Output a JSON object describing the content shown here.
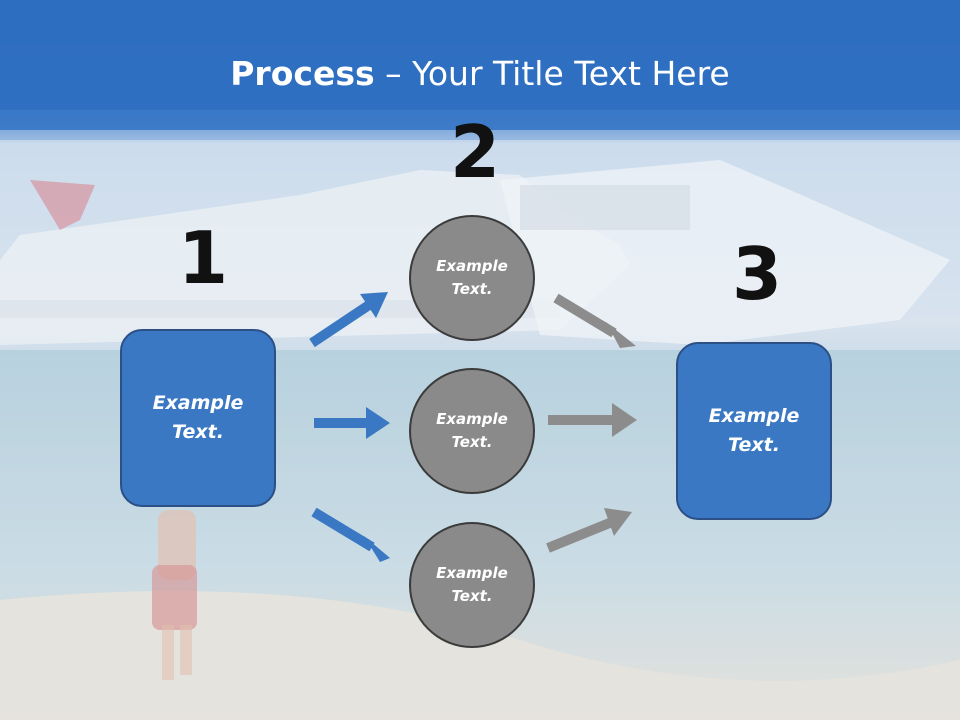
{
  "slide": {
    "title_bold": "Process",
    "title_rest": " – Your Title Text Here"
  },
  "steps": [
    {
      "number": "1"
    },
    {
      "number": "2"
    },
    {
      "number": "3"
    }
  ],
  "boxes": {
    "left": {
      "text": "Example\nText."
    },
    "right": {
      "text": "Example\nText."
    }
  },
  "circles": [
    {
      "text": "Example\nText."
    },
    {
      "text": "Example\nText."
    },
    {
      "text": "Example\nText."
    }
  ],
  "colors": {
    "title_band": "#2f6fc1",
    "box_fill": "#3a78c4",
    "circle_fill": "#8a8a8a",
    "arrow_blue": "#3a78c4",
    "arrow_gray": "#8c8c8c"
  }
}
